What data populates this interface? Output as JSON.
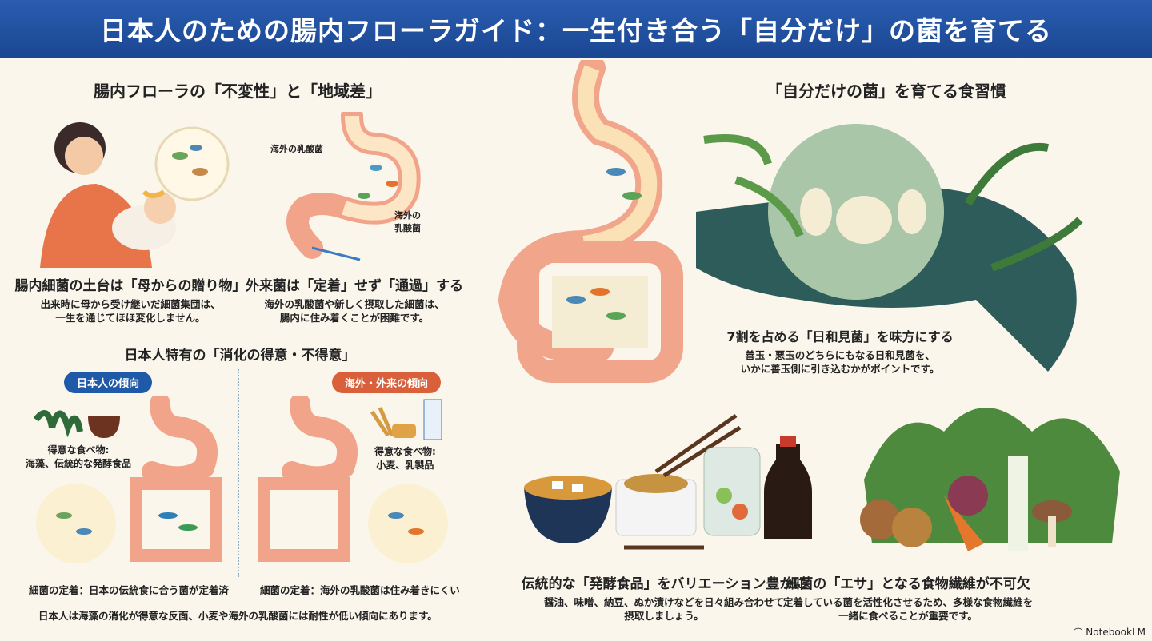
{
  "title": "日本人のための腸内フローラガイド：一生付き合う「自分だけ」の菌を育てる",
  "left": {
    "heading": "腸内フローラの「不変性」と「地域差」",
    "stomach_labels": [
      "海外の乳酸菌",
      "海外の\n乳酸菌"
    ],
    "caption1": {
      "title": "腸内細菌の土台は「母からの贈り物」",
      "lines": [
        "出来時に母から受け継いだ細菌集団は、",
        "一生を通じてほほ変化しません。"
      ]
    },
    "caption2": {
      "title": "外来菌は「定着」せず「通過」する",
      "lines": [
        "海外の乳酸菌や新しく摂取した細菌は、",
        "腸内に住み着くことが困難です。"
      ]
    },
    "digestion_heading": "日本人特有の「消化の得意・不得意」",
    "japanese": {
      "badge": "日本人の傾向",
      "food_label": "得意な食べ物:",
      "foods": "海藻、伝統的な発酵食品",
      "note": "細菌の定着：日本の伝統食に合う菌が定着済"
    },
    "foreign": {
      "badge": "海外・外来の傾向",
      "food_label": "得意な食べ物:",
      "foods": "小麦、乳製品",
      "note": "細菌の定着：海外の乳酸菌は住み着きにくい"
    },
    "summary": "日本人は海藻の消化が得意な反面、小麦や海外の乳酸菌には耐性が低い傾向にあります。"
  },
  "right": {
    "heading": "「自分だけの菌」を育てる食習慣",
    "caption_main": {
      "title": "7割を占める「日和見菌」を味方にする",
      "lines": [
        "善玉・悪玉のどちらにもなる日和見菌を、",
        "いかに善玉側に引き込むかがポイントです。"
      ]
    },
    "caption_ferment": {
      "title": "伝統的な「発酵食品」をバリエーション豊かに",
      "lines": [
        "醤油、味噌、納豆、ぬか漬けなどを日々組み合わせて",
        "摂取しましょう。"
      ]
    },
    "caption_fiber": {
      "title": "細菌の「エサ」となる食物繊維が不可欠",
      "lines": [
        "定着している菌を活性化させるため、多様な食物繊維を",
        "一緒に食べることが重要です。"
      ]
    }
  },
  "brand": "NotebookLM",
  "colors": {
    "title_bar": "#1f4e9e",
    "badge_japan": "#1f5aa8",
    "badge_foreign": "#d9603a",
    "background": "#faf6ec"
  }
}
